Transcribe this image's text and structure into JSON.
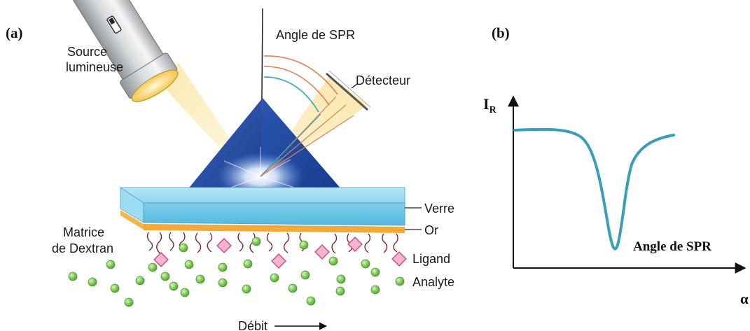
{
  "panel_a": {
    "tag": "(a)",
    "labels": {
      "source_line1": "Source",
      "source_line2": "lumineuse",
      "spr_angle": "Angle de SPR",
      "detector": "Détecteur",
      "glass": "Verre",
      "gold": "Or",
      "matrix_line1": "Matrice",
      "matrix_line2": "de Dextran",
      "ligand": "Ligand",
      "analyte": "Analyte",
      "flow": "Débit"
    }
  },
  "panel_b": {
    "tag": "(b)",
    "y_label": "I",
    "y_label_sub": "R",
    "x_label": "α",
    "dip_label": "Angle de SPR"
  },
  "colors": {
    "prism": "#1f4fa8",
    "glass": "#6ec9e8",
    "gold": "#f2a93b",
    "curve": "#3c9db8",
    "ligand": "#e06fa1",
    "analyte": "#78c85a",
    "dextran": "#7a2a2a"
  }
}
